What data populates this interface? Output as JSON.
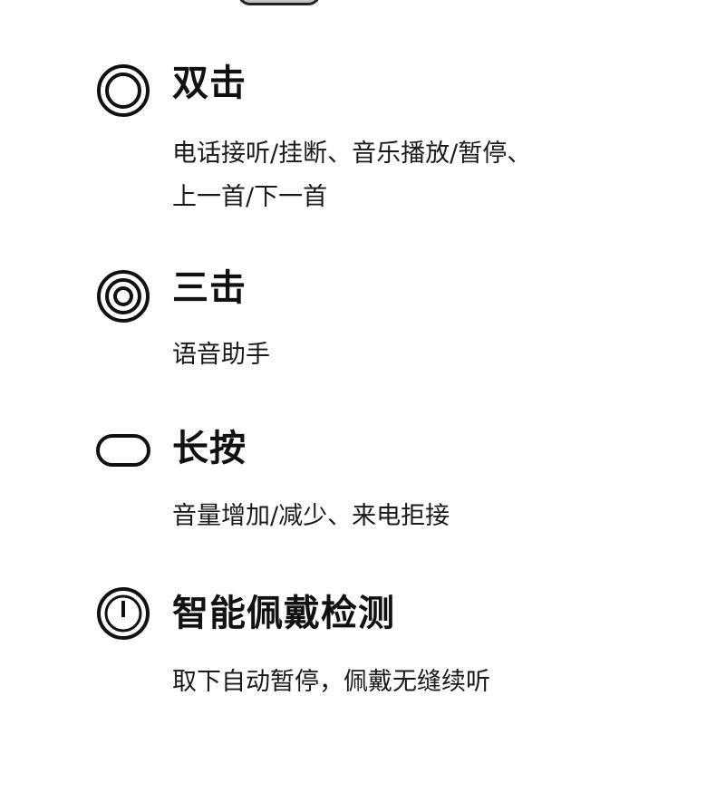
{
  "features": [
    {
      "icon": "double-circle-icon",
      "title": "双击",
      "lines": [
        "电话接听/挂断、音乐播放/暂停、",
        "上一首/下一首"
      ]
    },
    {
      "icon": "triple-circle-icon",
      "title": "三击",
      "lines": [
        "语音助手"
      ]
    },
    {
      "icon": "pill-icon",
      "title": "长按",
      "lines": [
        "音量增加/减少、来电拒接"
      ]
    },
    {
      "icon": "power-circle-icon",
      "title": "智能佩戴检测",
      "lines": [
        "取下自动暂停，佩戴无缝续听"
      ]
    }
  ]
}
